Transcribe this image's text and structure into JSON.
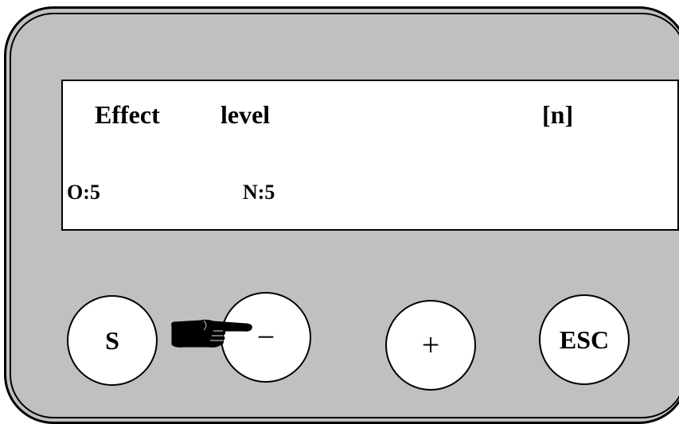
{
  "display": {
    "line1": {
      "parameter": "Effect",
      "field": "level",
      "mode": "[n]"
    },
    "line2": {
      "old_value": "O:5",
      "new_value": "N:5"
    }
  },
  "buttons": {
    "s": "S",
    "minus": "−",
    "plus": "+",
    "esc": "ESC"
  },
  "pointer": {
    "icon": "pointing-hand-icon",
    "target": "minus"
  },
  "colors": {
    "panel": "#c0c0c0",
    "display": "#ffffff",
    "outline": "#000000"
  }
}
